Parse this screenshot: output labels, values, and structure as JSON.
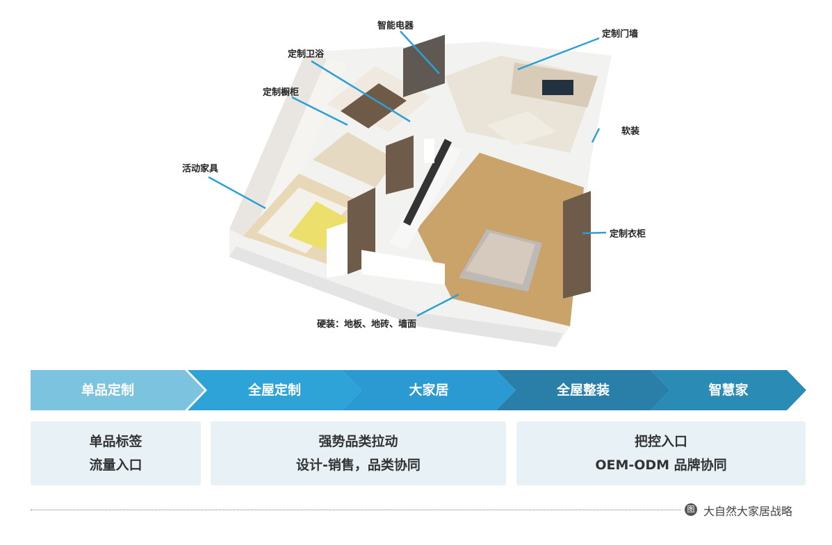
{
  "callouts": [
    {
      "id": "smart-appliance",
      "label": "智能电器"
    },
    {
      "id": "custom-door-wall",
      "label": "定制门墙"
    },
    {
      "id": "custom-bath",
      "label": "定制卫浴"
    },
    {
      "id": "custom-cabinet",
      "label": "定制橱柜"
    },
    {
      "id": "soft-furnishing",
      "label": "软装"
    },
    {
      "id": "movable-furniture",
      "label": "活动家具"
    },
    {
      "id": "custom-wardrobe",
      "label": "定制衣柜"
    },
    {
      "id": "hard-decor",
      "label": "硬装：地板、地砖、墙面"
    }
  ],
  "steps": [
    {
      "label": "单品定制",
      "color": "#7cc3df"
    },
    {
      "label": "全屋定制",
      "color": "#2ea3d8"
    },
    {
      "label": "大家居",
      "color": "#2b9ad3"
    },
    {
      "label": "全屋整装",
      "color": "#2a7fa8"
    },
    {
      "label": "智慧家",
      "color": "#2a8cb5"
    }
  ],
  "boxes": [
    {
      "line1": "单品标签",
      "line2": "流量入口"
    },
    {
      "line1": "强势品类拉动",
      "line2": "设计-销售，品类协同"
    },
    {
      "line1": "把控入口",
      "line2": "OEM-ODM 品牌协同"
    }
  ],
  "caption": {
    "badge": "图",
    "text": "大自然大家居战略"
  }
}
